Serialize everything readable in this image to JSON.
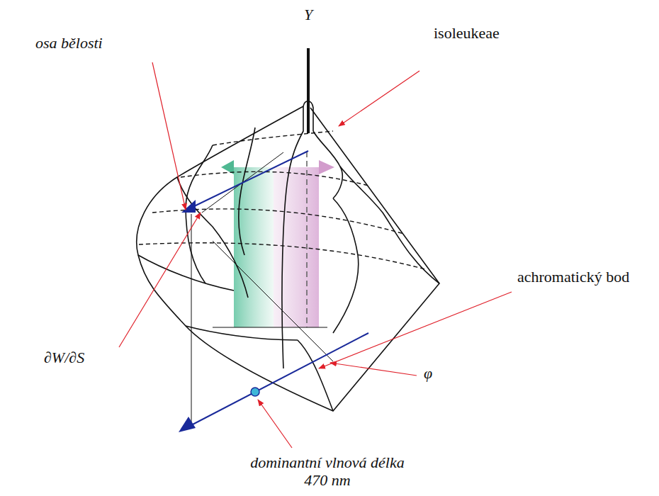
{
  "diagram": {
    "labels": [
      "Y",
      "isoleukeae",
      "osa bělosti",
      "achromatický bod",
      "∂W/∂S",
      "φ",
      "dominantní vlnová délka 470 nm"
    ]
  }
}
